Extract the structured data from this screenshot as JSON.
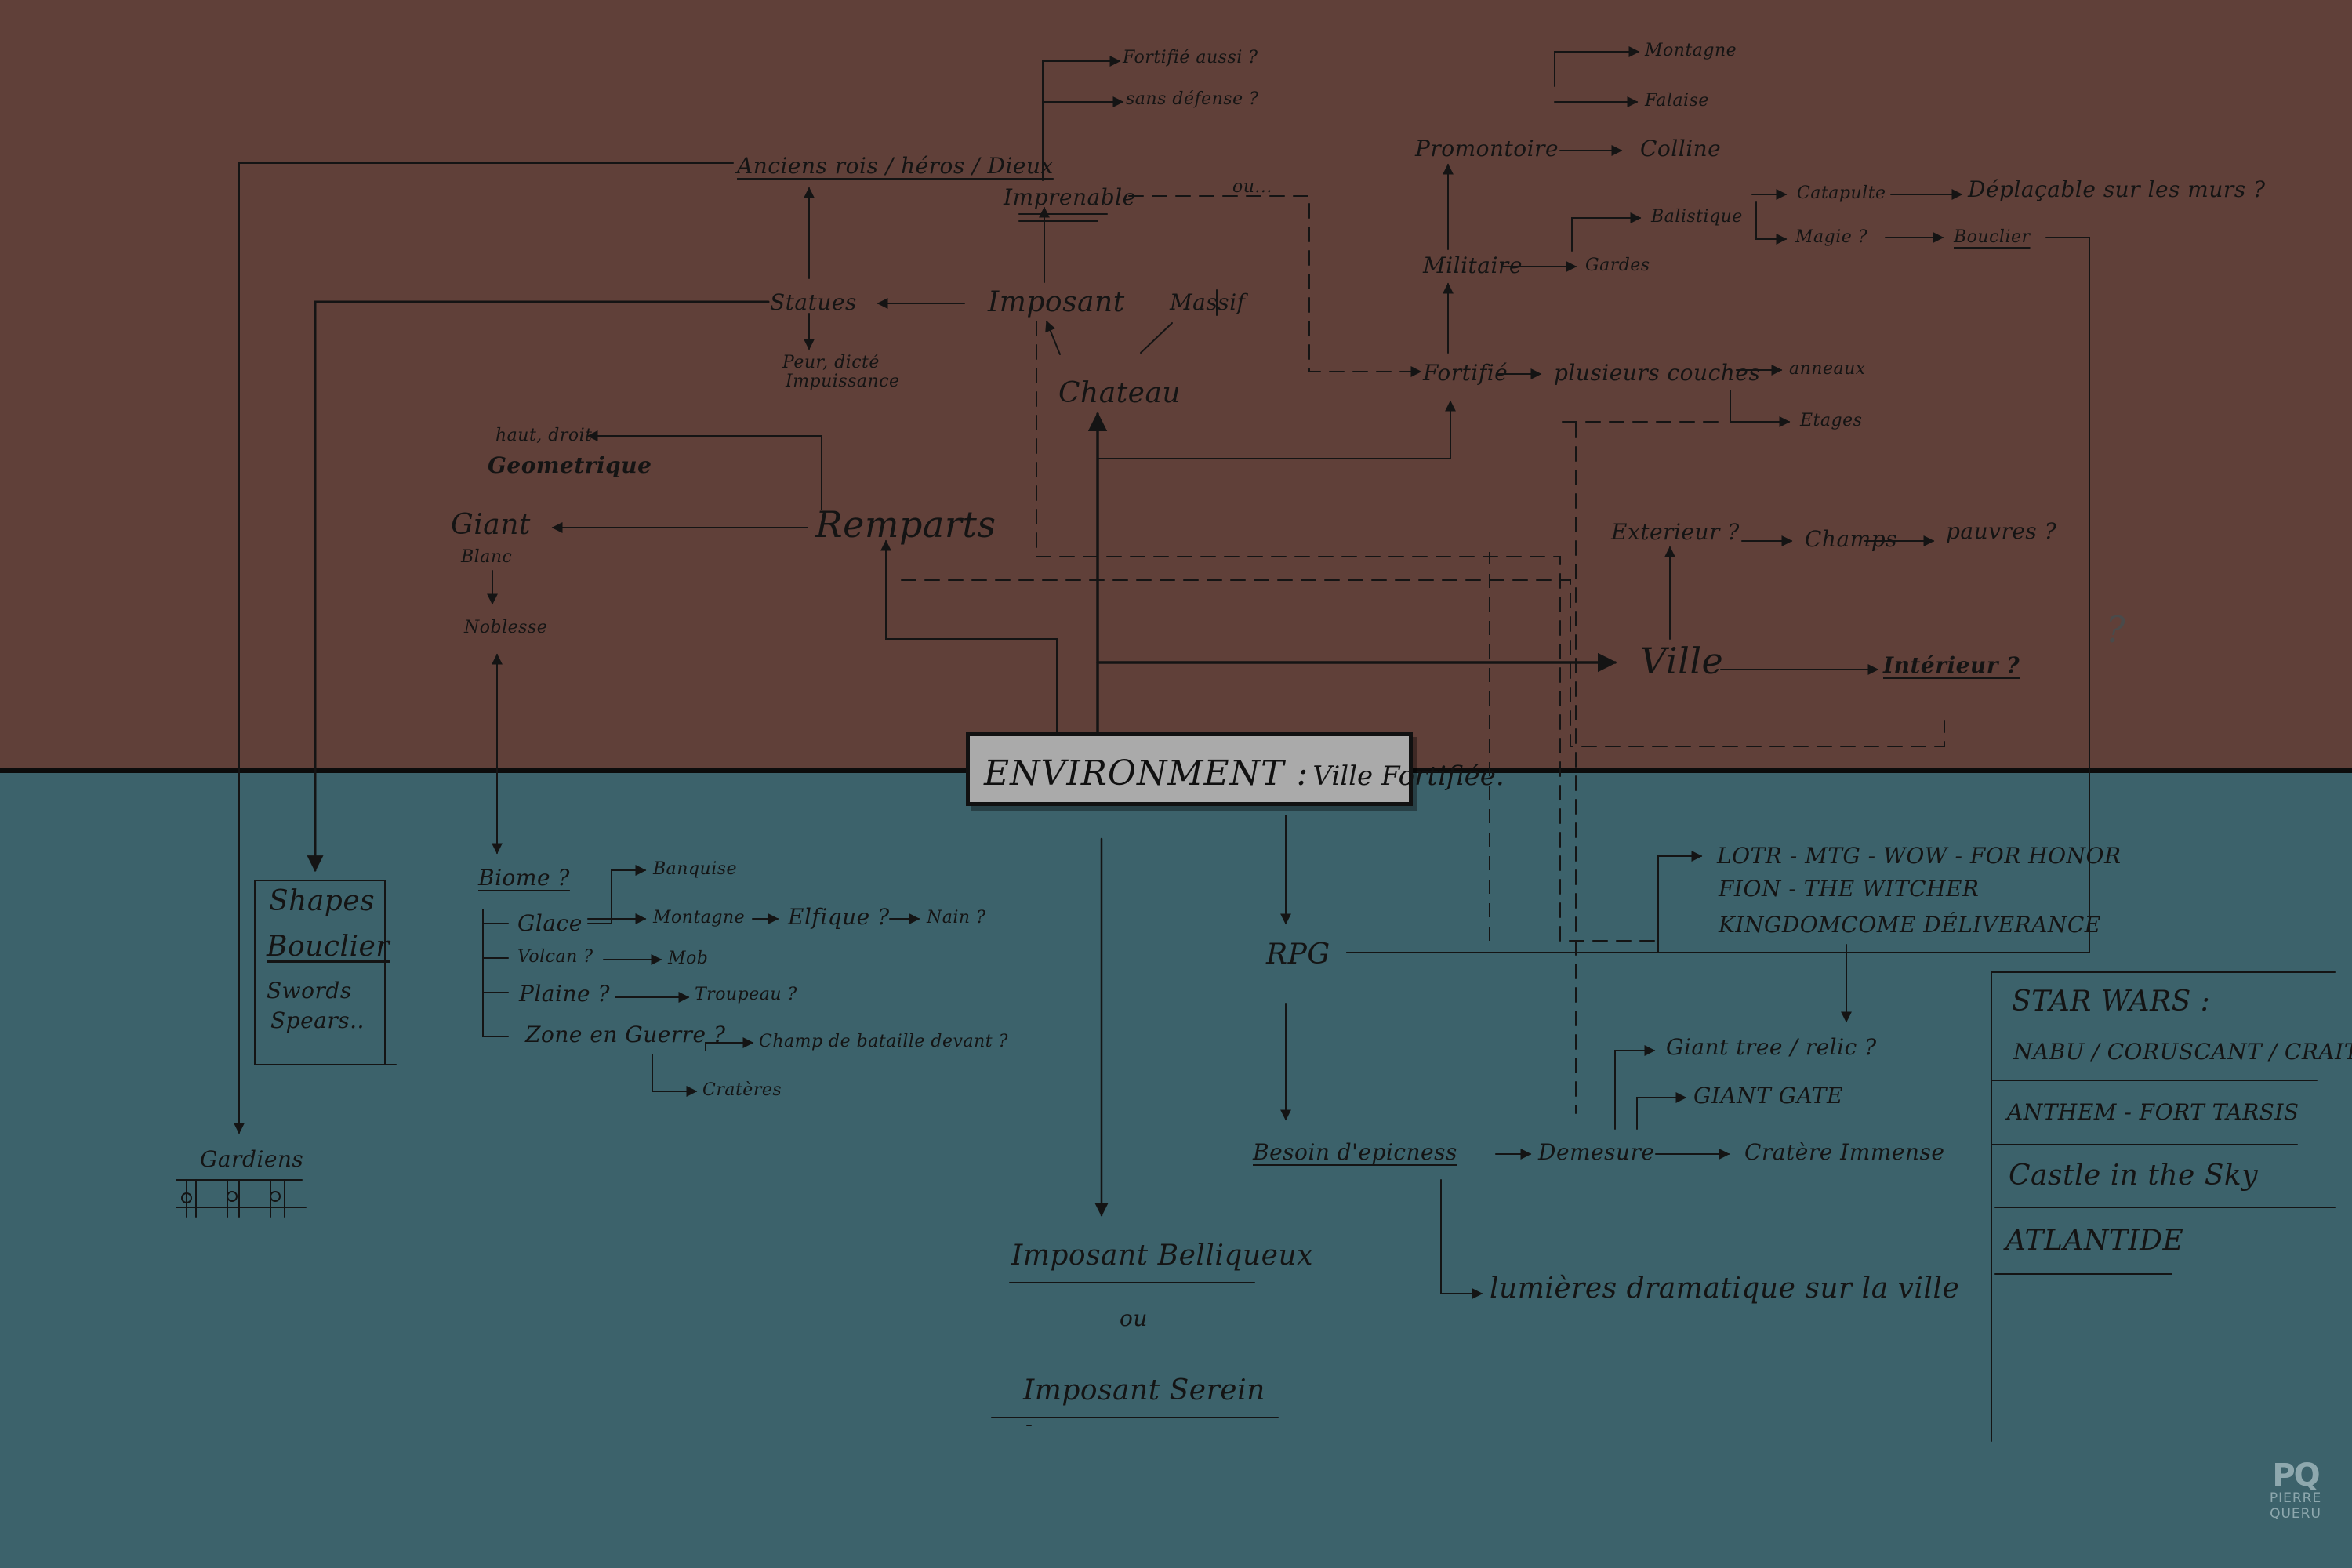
{
  "colors": {
    "top_background": "#604039",
    "bottom_background": "#3c626b",
    "ink": "#141414",
    "title_box": "#aaaaaa"
  },
  "title": {
    "main": "ENVIRONMENT :",
    "sub": "Ville Fortifiée."
  },
  "nodes": {
    "anciens": "Anciens rois / héros / Dieux",
    "imprenable": "Imprenable",
    "fortifie_aussi": "Fortifié aussi ?",
    "sans_defense": "sans défense ?",
    "ou_top": "ou...",
    "statues": "Statues",
    "peur": "Peur, dicté",
    "impuissance": "Impuissance",
    "imposant": "Imposant",
    "massif": "Massif",
    "chateau": "Chateau",
    "haut_droit": "haut, droit",
    "geometrique": "Geometrique",
    "remparts": "Remparts",
    "giant": "Giant",
    "blanc": "Blanc",
    "noblesse": "Noblesse",
    "promontoire": "Promontoire",
    "montagne": "Montagne",
    "falaise": "Falaise",
    "colline": "Colline",
    "militaire": "Militaire",
    "gardes": "Gardes",
    "balistique": "Balistique",
    "catapulte": "Catapulte",
    "deplacable": "Déplaçable sur les murs ?",
    "magie": "Magie ?",
    "bouclier": "Bouclier",
    "fortifie": "Fortifié",
    "plusieurs": "plusieurs couches",
    "anneaux": "anneaux",
    "etages": "Etages",
    "exterieur": "Exterieur ?",
    "champs": "Champs",
    "pauvres": "pauvres ?",
    "ville": "Ville",
    "interieur": "Intérieur ?",
    "question": "?"
  },
  "bottom": {
    "shapes": "Shapes",
    "bouclier": "Bouclier",
    "swords": "Swords",
    "spears": "Spears..",
    "gardiens": "Gardiens",
    "biome": "Biome ?",
    "glace": "Glace",
    "banquise": "Banquise",
    "montagne": "Montagne",
    "elfique": "Elfique ?",
    "nain": "Nain ?",
    "volcan": "Volcan ?",
    "mob": "Mob",
    "plaine": "Plaine ?",
    "troupeau": "Troupeau ?",
    "zone_guerre": "Zone en Guerre ?",
    "champ_bataille": "Champ de bataille devant ?",
    "cratere": "Cratères",
    "rpg": "RPG",
    "refs1": "LOTR - MTG - WOW - FOR HONOR",
    "refs2": "FION - THE WITCHER",
    "refs3": "KINGDOMCOME DÉLIVERANCE",
    "besoin": "Besoin d'epicness",
    "demesure": "Demesure",
    "giant_tree": "Giant tree / relic ?",
    "giant_gate": "GIANT GATE",
    "cratere_immense": "Cratère Immense",
    "lumieres": "lumières dramatique sur la ville",
    "imposant_belliqueux": "Imposant Belliqueux",
    "ou": "ou",
    "imposant_serein": "Imposant Serein"
  },
  "references": [
    "STAR WARS :",
    "NABU / CORUSCANT / CRAIT",
    "ANTHEM - FORT TARSIS",
    "Castle in the Sky",
    "ATLANTIDE"
  ],
  "watermark": {
    "logo": "PQ",
    "line1": "PIERRE",
    "line2": "QUERU"
  }
}
